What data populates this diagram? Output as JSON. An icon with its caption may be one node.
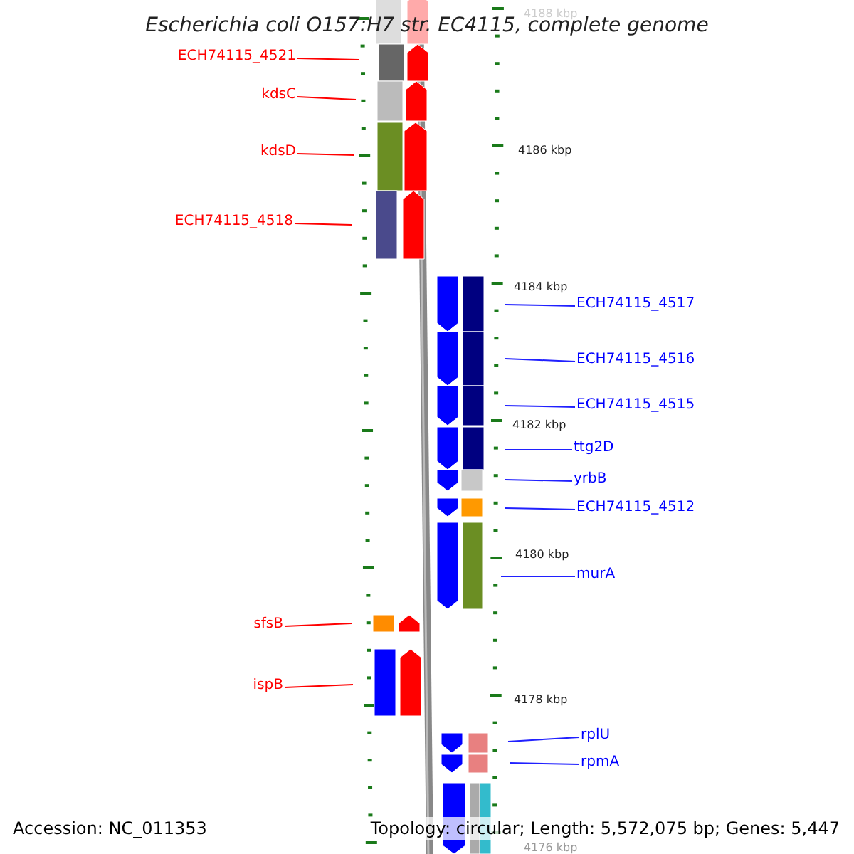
{
  "diagram": {
    "title": "Escherichia coli O157:H7 str. EC4115, complete genome",
    "nodes": [
      {
        "text": [
          "ECH74115_4521"
        ]
      },
      {
        "text": [
          "kdsC"
        ]
      },
      {
        "text": [
          "kdsD"
        ]
      },
      {
        "text": [
          "ECH74115_4518"
        ]
      },
      {
        "text": [
          "ECH74115_4517"
        ]
      },
      {
        "text": [
          "ECH74115_4516"
        ]
      },
      {
        "text": [
          "ECH74115_4515"
        ]
      },
      {
        "text": [
          "ttg2D"
        ]
      },
      {
        "text": [
          "yrbB"
        ]
      },
      {
        "text": [
          "ECH74115_4512"
        ]
      },
      {
        "text": [
          "murA"
        ]
      },
      {
        "text": [
          "sfsB"
        ]
      },
      {
        "text": [
          "ispB"
        ]
      },
      {
        "text": [
          "rplU"
        ]
      },
      {
        "text": [
          "rpmA"
        ]
      }
    ],
    "edges": [
      {
        "from": 0,
        "to": null,
        "arrow": "none",
        "color": "#ff0000"
      },
      {
        "from": 1,
        "to": null,
        "arrow": "none",
        "color": "#ff0000"
      },
      {
        "from": 2,
        "to": null,
        "arrow": "none",
        "color": "#ff0000"
      },
      {
        "from": 3,
        "to": null,
        "arrow": "none",
        "color": "#ff0000"
      },
      {
        "from": 4,
        "to": null,
        "arrow": "none"
      },
      {
        "from": 5,
        "to": null,
        "arrow": "none"
      },
      {
        "from": 6,
        "to": null,
        "arrow": "none"
      },
      {
        "from": 7,
        "to": null,
        "arrow": "none"
      },
      {
        "from": 8,
        "to": null,
        "arrow": "none"
      },
      {
        "from": 9,
        "to": null,
        "arrow": "none"
      },
      {
        "from": 10,
        "to": null,
        "arrow": "none"
      },
      {
        "from": 11,
        "to": null,
        "arrow": "none",
        "color": "#ff0000"
      },
      {
        "from": 12,
        "to": null,
        "arrow": "none",
        "color": "#ff0000"
      },
      {
        "from": 13,
        "to": null,
        "arrow": "none"
      },
      {
        "from": 14,
        "to": null,
        "arrow": "none"
      }
    ],
    "labels": [
      "4188 kbp",
      "4186 kbp",
      "4184 kbp",
      "4182 kbp",
      "4180 kbp",
      "4178 kbp",
      "4176 kbp",
      "Accession: NC_011353",
      "Topology: circular; Length: 5,572,075 bp; Genes: 5,447"
    ]
  }
}
